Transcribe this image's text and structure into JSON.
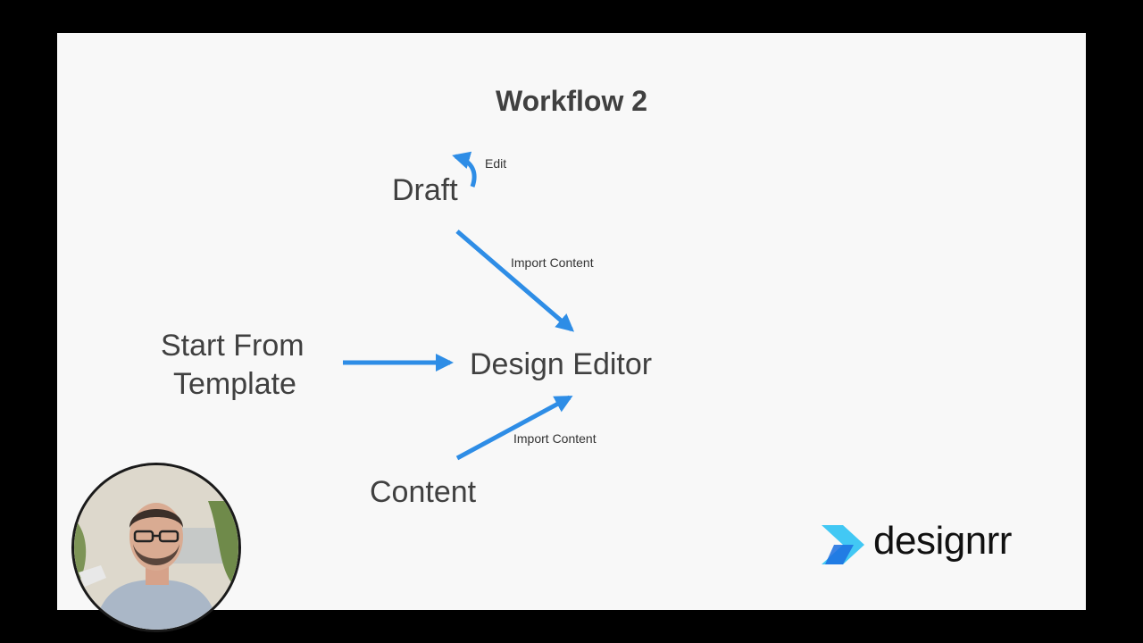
{
  "slide": {
    "title": "Workflow 2",
    "nodes": {
      "draft": "Draft",
      "template_line1": "Start From",
      "template_line2": "Template",
      "design_editor": "Design Editor",
      "content": "Content"
    },
    "edges": {
      "edit": "Edit",
      "import_from_draft": "Import Content",
      "import_from_content": "Import Content"
    },
    "colors": {
      "arrow": "#2e8de6",
      "text": "#404040",
      "slide_bg": "#f8f8f8",
      "frame_bg": "#000000"
    }
  },
  "brand": {
    "name": "designrr",
    "logo_icon": "chevron-arrow-icon",
    "colors": {
      "chevron_light": "#42c8f4",
      "chevron_dark": "#1b6fe0"
    }
  },
  "webcam": {
    "icon": "presenter-webcam-icon"
  }
}
